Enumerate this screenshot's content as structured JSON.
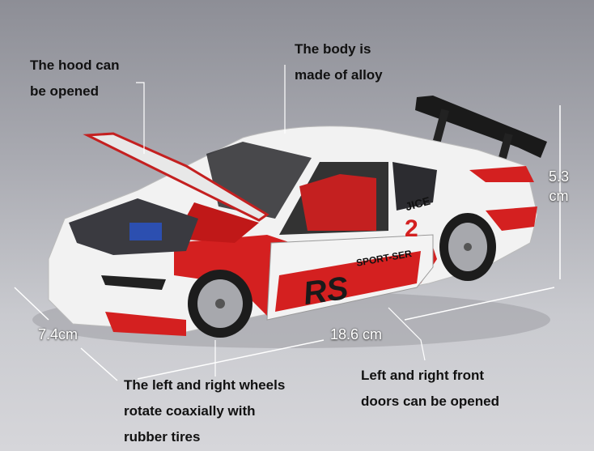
{
  "labels": {
    "hood": [
      "The hood can",
      "be opened"
    ],
    "body": [
      "The body is",
      "made of alloy"
    ],
    "wheels": [
      "The left and right wheels",
      "rotate coaxially with",
      "rubber tires"
    ],
    "doors": [
      "Left and right front",
      "doors can be opened"
    ]
  },
  "dimensions": {
    "height_value": "5.3",
    "height_unit": "cm",
    "width": "7.4cm",
    "length": "18.6 cm"
  },
  "decals": {
    "main": "RS",
    "side": "SPORT-SER",
    "rear": "JICE",
    "number": "2"
  },
  "colors": {
    "body": "#f2f2f2",
    "accent": "#d42020",
    "wing": "#1a1a1a"
  }
}
